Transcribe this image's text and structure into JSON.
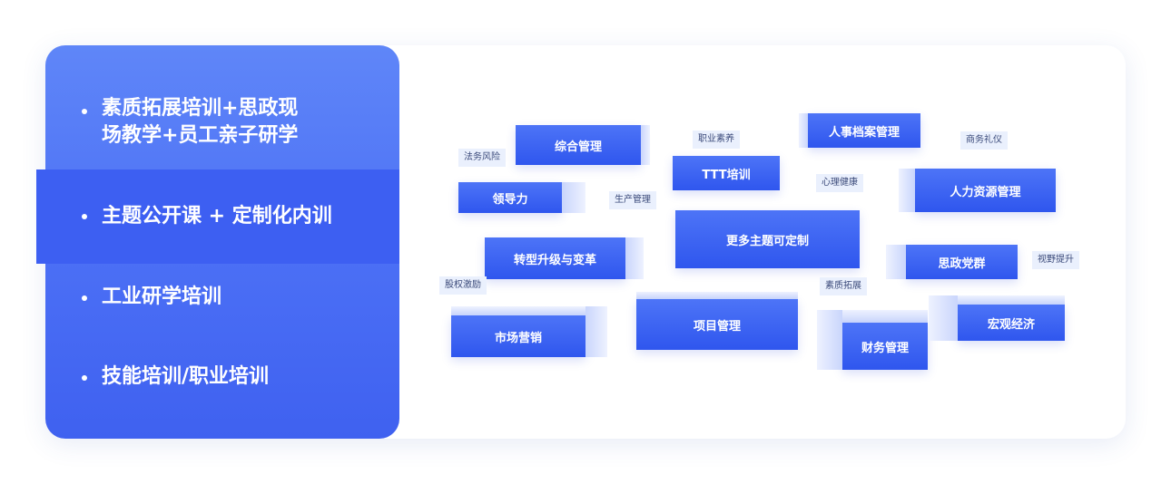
{
  "menu": {
    "item1_line1": "素质拓展培训+思政现",
    "item1_line2": "场教学+员工亲子研学",
    "item2": "主题公开课 + 定制化内训",
    "item3": "工业研学培训",
    "item4": "技能培训/职业培训"
  },
  "topics": {
    "zonghe": "综合管理",
    "ttt": "TTT培训",
    "renshi": "人事档案管理",
    "lingdao": "领导力",
    "renli": "人力资源管理",
    "gengduo": "更多主题可定制",
    "zhuanxing": "转型升级与变革",
    "sizheng": "思政党群",
    "shichang": "市场营销",
    "xiangmu": "项目管理",
    "caiwu": "财务管理",
    "hongguan": "宏观经济"
  },
  "tags": {
    "fawu": "法务风险",
    "zhiye": "职业素养",
    "shangwu": "商务礼仪",
    "xinli": "心理健康",
    "shengchan": "生产管理",
    "shiye": "视野提升",
    "guquan": "股权激励",
    "suzhi": "素质拓展"
  }
}
